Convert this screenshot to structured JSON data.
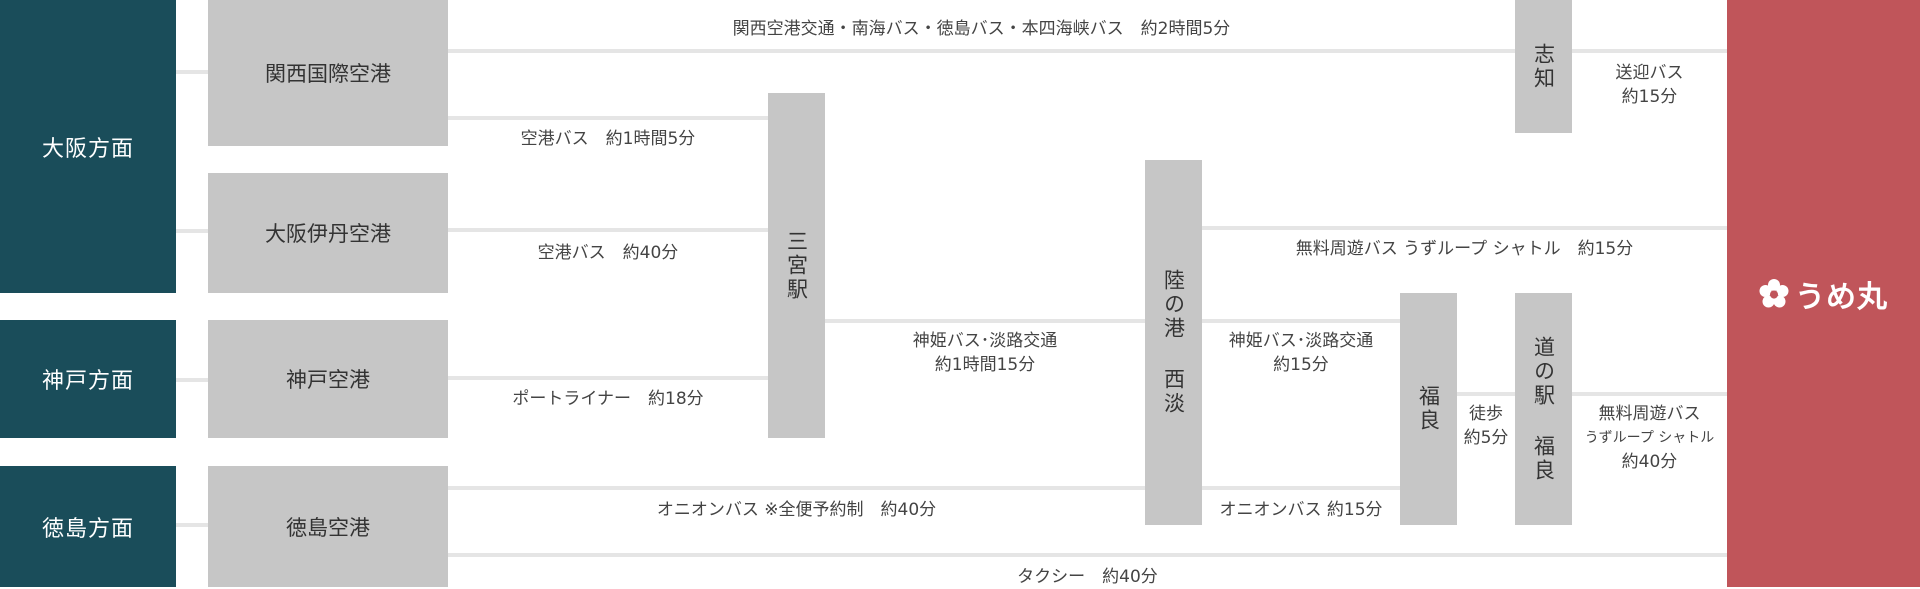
{
  "regions": {
    "osaka": "大阪方面",
    "kobe": "神戸方面",
    "tokushima": "徳島方面"
  },
  "airports": {
    "kansai": "関西国際空港",
    "itami": "大阪伊丹空港",
    "kobe": "神戸空港",
    "tokushima": "徳島空港"
  },
  "stations": {
    "sannomiya": "三宮駅",
    "rikunominato": "陸の港 西淡",
    "shichi": "志知",
    "fukura": "福良",
    "michinoeki": "道の駅 福良"
  },
  "routes": {
    "kansai_shichi": "関西空港交通・南海バス・徳島バス・本四海峡バス　約2時間5分",
    "kansai_sannomiya": "空港バス　約1時間5分",
    "itami_sannomiya": "空港バス　約40分",
    "kobe_sannomiya": "ポートライナー　約18分",
    "sannomiya_rikunominato": {
      "line1": "神姫バス･淡路交通",
      "line2": "約1時間15分"
    },
    "tokushima_rikunominato": "オニオンバス ※全便予約制　約40分",
    "taxi": "タクシー　約40分",
    "shichi_dest": {
      "line1": "送迎バス",
      "line2": "約15分"
    },
    "rikunominato_dest": "無料周遊バス うずループ シャトル　約15分",
    "rikunominato_fukura": {
      "line1": "神姫バス･淡路交通",
      "line2": "約15分"
    },
    "rikunominato_fukura_onion": "オニオンバス 約15分",
    "walk": {
      "line1": "徒歩",
      "line2": "約5分"
    },
    "michinoeki_dest": {
      "line1": "無料周遊バス",
      "line2": "うずループ シャトル",
      "line3": "約40分"
    }
  },
  "destination": {
    "logo_name": "うめ丸",
    "logo_icon": "ume-flower-icon"
  },
  "colors": {
    "region_bg": "#1a4d5a",
    "node_bg": "#c6c6c6",
    "line": "#e5e5e5",
    "destination_bg": "#c0555a"
  }
}
